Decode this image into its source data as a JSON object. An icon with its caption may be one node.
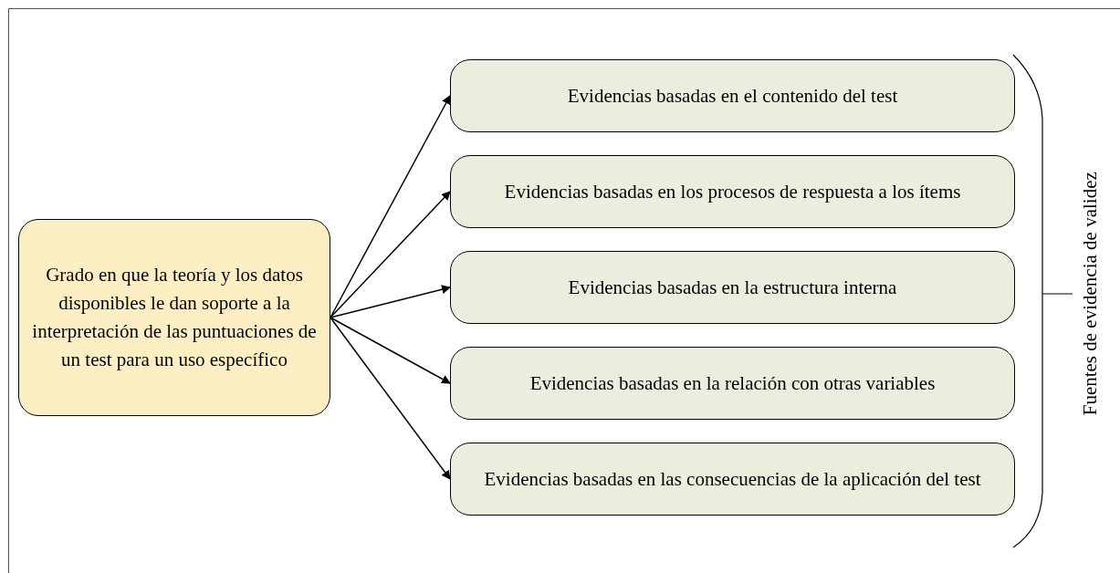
{
  "diagram": {
    "nodes": [
      {
        "text": [
          "Grado en que la teoría y los datos disponibles le dan soporte a la interpretación de las puntuaciones de un test para un uso específico"
        ]
      },
      {
        "text": [
          "Evidencias basadas en el contenido del test"
        ]
      },
      {
        "text": [
          "Evidencias basadas en los procesos de respuesta a los ítems"
        ]
      },
      {
        "text": [
          "Evidencias basadas en la estructura interna"
        ]
      },
      {
        "text": [
          "Evidencias basadas en la relación con otras variables"
        ]
      },
      {
        "text": [
          "Evidencias basadas en las consecuencias de la aplicación del test"
        ]
      }
    ],
    "edges": [
      {
        "from": 0,
        "to": 1,
        "arrow": "to"
      },
      {
        "from": 0,
        "to": 2,
        "arrow": "to"
      },
      {
        "from": 0,
        "to": 3,
        "arrow": "to"
      },
      {
        "from": 0,
        "to": 4,
        "arrow": "to"
      },
      {
        "from": 0,
        "to": 5,
        "arrow": "to"
      }
    ],
    "labels": [
      "Fuentes de evidencia de validez"
    ]
  }
}
